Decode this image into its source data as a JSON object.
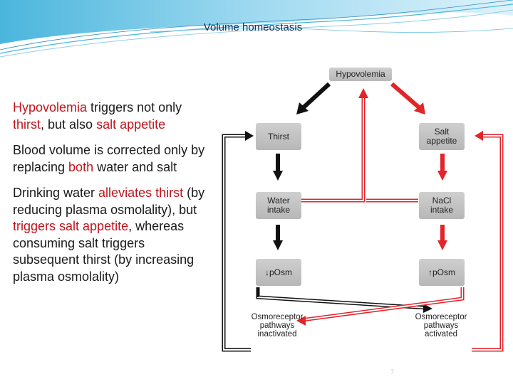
{
  "slide": {
    "title": "Volume homeostasis",
    "page_number": "7"
  },
  "bullets": [
    {
      "segments": [
        {
          "text": "Hypovolemia",
          "highlight": true
        },
        {
          "text": " triggers not only ",
          "highlight": false
        },
        {
          "text": "thirst",
          "highlight": true
        },
        {
          "text": ", but also ",
          "highlight": false
        },
        {
          "text": "salt appetite",
          "highlight": true
        }
      ]
    },
    {
      "segments": [
        {
          "text": "Blood volume is corrected only by replacing ",
          "highlight": false
        },
        {
          "text": "both",
          "highlight": true
        },
        {
          "text": " water and salt",
          "highlight": false
        }
      ]
    },
    {
      "segments": [
        {
          "text": "Drinking water ",
          "highlight": false
        },
        {
          "text": "alleviates thirst",
          "highlight": true
        },
        {
          "text": " (by reducing plasma osmolality), but ",
          "highlight": false
        },
        {
          "text": "triggers salt appetite",
          "highlight": true
        },
        {
          "text": ", whereas consuming salt triggers subsequent thirst (by increasing plasma osmolality)",
          "highlight": false
        }
      ]
    }
  ],
  "diagram": {
    "nodes": {
      "hypovolemia": "Hypovolemia",
      "thirst": "Thirst",
      "salt_appetite": [
        "Salt",
        "appetite"
      ],
      "water_intake": [
        "Water",
        "intake"
      ],
      "nacl_intake": [
        "NaCl",
        "intake"
      ],
      "posm_down": "↓pOsm",
      "posm_up": "↑pOsm",
      "osmo_inactivated": [
        "Osmoreceptor",
        "pathways",
        "inactivated"
      ],
      "osmo_activated": [
        "Osmoreceptor",
        "pathways",
        "activated"
      ]
    },
    "colors": {
      "highlight_text": "#c0141c",
      "arrow_red": "#e0252b",
      "arrow_black": "#111111",
      "title_text": "#1f2a5a"
    }
  }
}
